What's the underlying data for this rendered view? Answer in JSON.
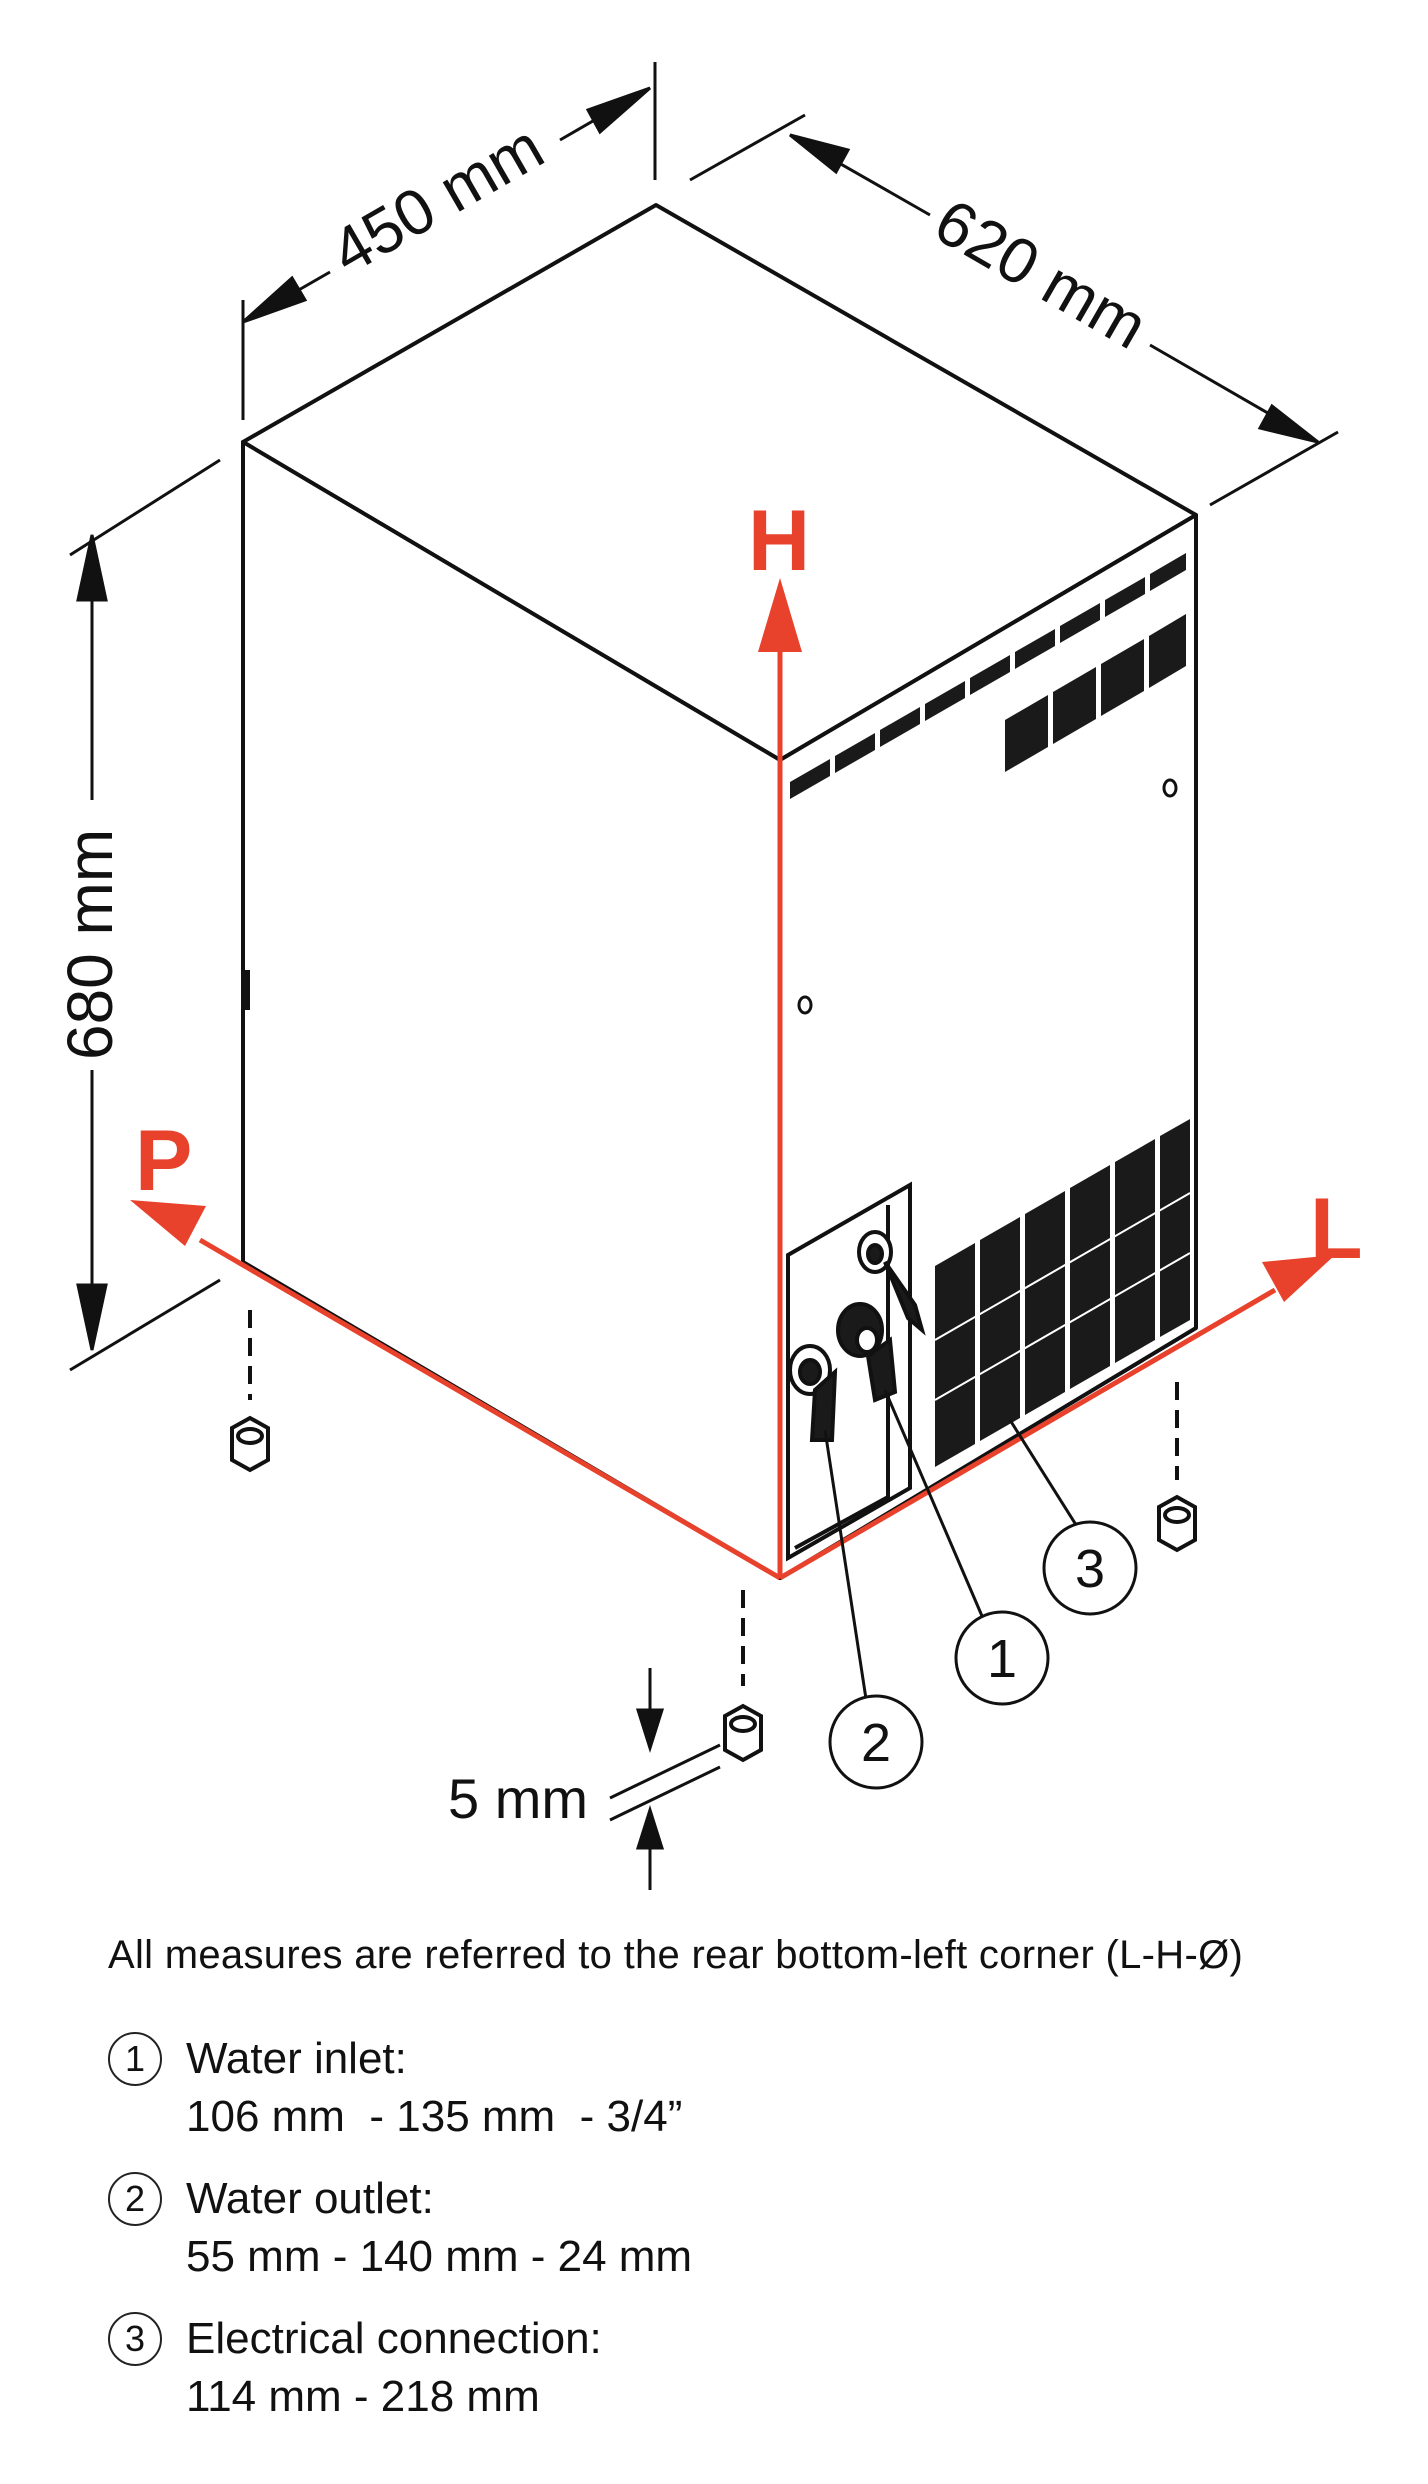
{
  "dimensions": {
    "width": "450 mm",
    "depth": "620 mm",
    "height": "680 mm",
    "foot": "5 mm"
  },
  "axes": {
    "h": "H",
    "p": "P",
    "l": "L"
  },
  "callouts": {
    "one": "1",
    "two": "2",
    "three": "3"
  },
  "colors": {
    "axis": "#e8412c",
    "line": "#111111"
  },
  "reference_note": "All measures are referred to the rear bottom-left corner (L-H-Ø)",
  "legend": [
    {
      "num": "1",
      "title": "Water inlet:",
      "values": "106 mm  - 135 mm  - 3/4”"
    },
    {
      "num": "2",
      "title": "Water outlet:",
      "values": "55 mm - 140 mm - 24 mm"
    },
    {
      "num": "3",
      "title": "Electrical connection:",
      "values": "114 mm - 218 mm"
    }
  ]
}
